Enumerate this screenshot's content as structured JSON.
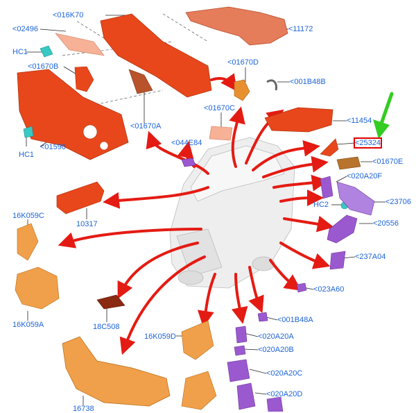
{
  "colors": {
    "arrow": "#e41b13",
    "label": "#1c63d8",
    "orange": "#e8471c",
    "copper": "#e57c5a",
    "rust": "#b8532c",
    "tan": "#f0a04a",
    "purple": "#9b59d0",
    "teal": "#38c9c4",
    "green_pointer": "#33cc22",
    "highlight": "#e00000"
  },
  "labels": {
    "p016K70": "<016K70",
    "p02496": "<02496",
    "pHC1_top": "HC1",
    "p01670B": "<01670B",
    "p01590": "<01590",
    "pHC1_bot": "HC1",
    "p01670A": "<01670A",
    "p11172": "<11172",
    "p01670D": "<01670D",
    "p001B48B": "<001B48B",
    "p01670C": "<01670C",
    "p044E84": "<044E84",
    "p11454": "<11454",
    "p25324": "<25324",
    "p01670E": "<01670E",
    "p020A20F": "<020A20F",
    "pHC2": "HC2",
    "p23706": "<23706",
    "p20556": "<20556",
    "p237A04": "<237A04",
    "p023A60": "<023A60",
    "p001B48A": "<001B48A",
    "p10317": "10317",
    "p16K059C": "16K059C",
    "p16K059A": "16K059A",
    "p18C508": "18C508",
    "p16K059D": "16K059D",
    "p16738": "16738",
    "p020A20A": "<020A20A",
    "p020A20B": "<020A20B",
    "p020A20C": "<020A20C",
    "p020A20D": "<020A20D"
  },
  "highlighted_part": "<25324"
}
